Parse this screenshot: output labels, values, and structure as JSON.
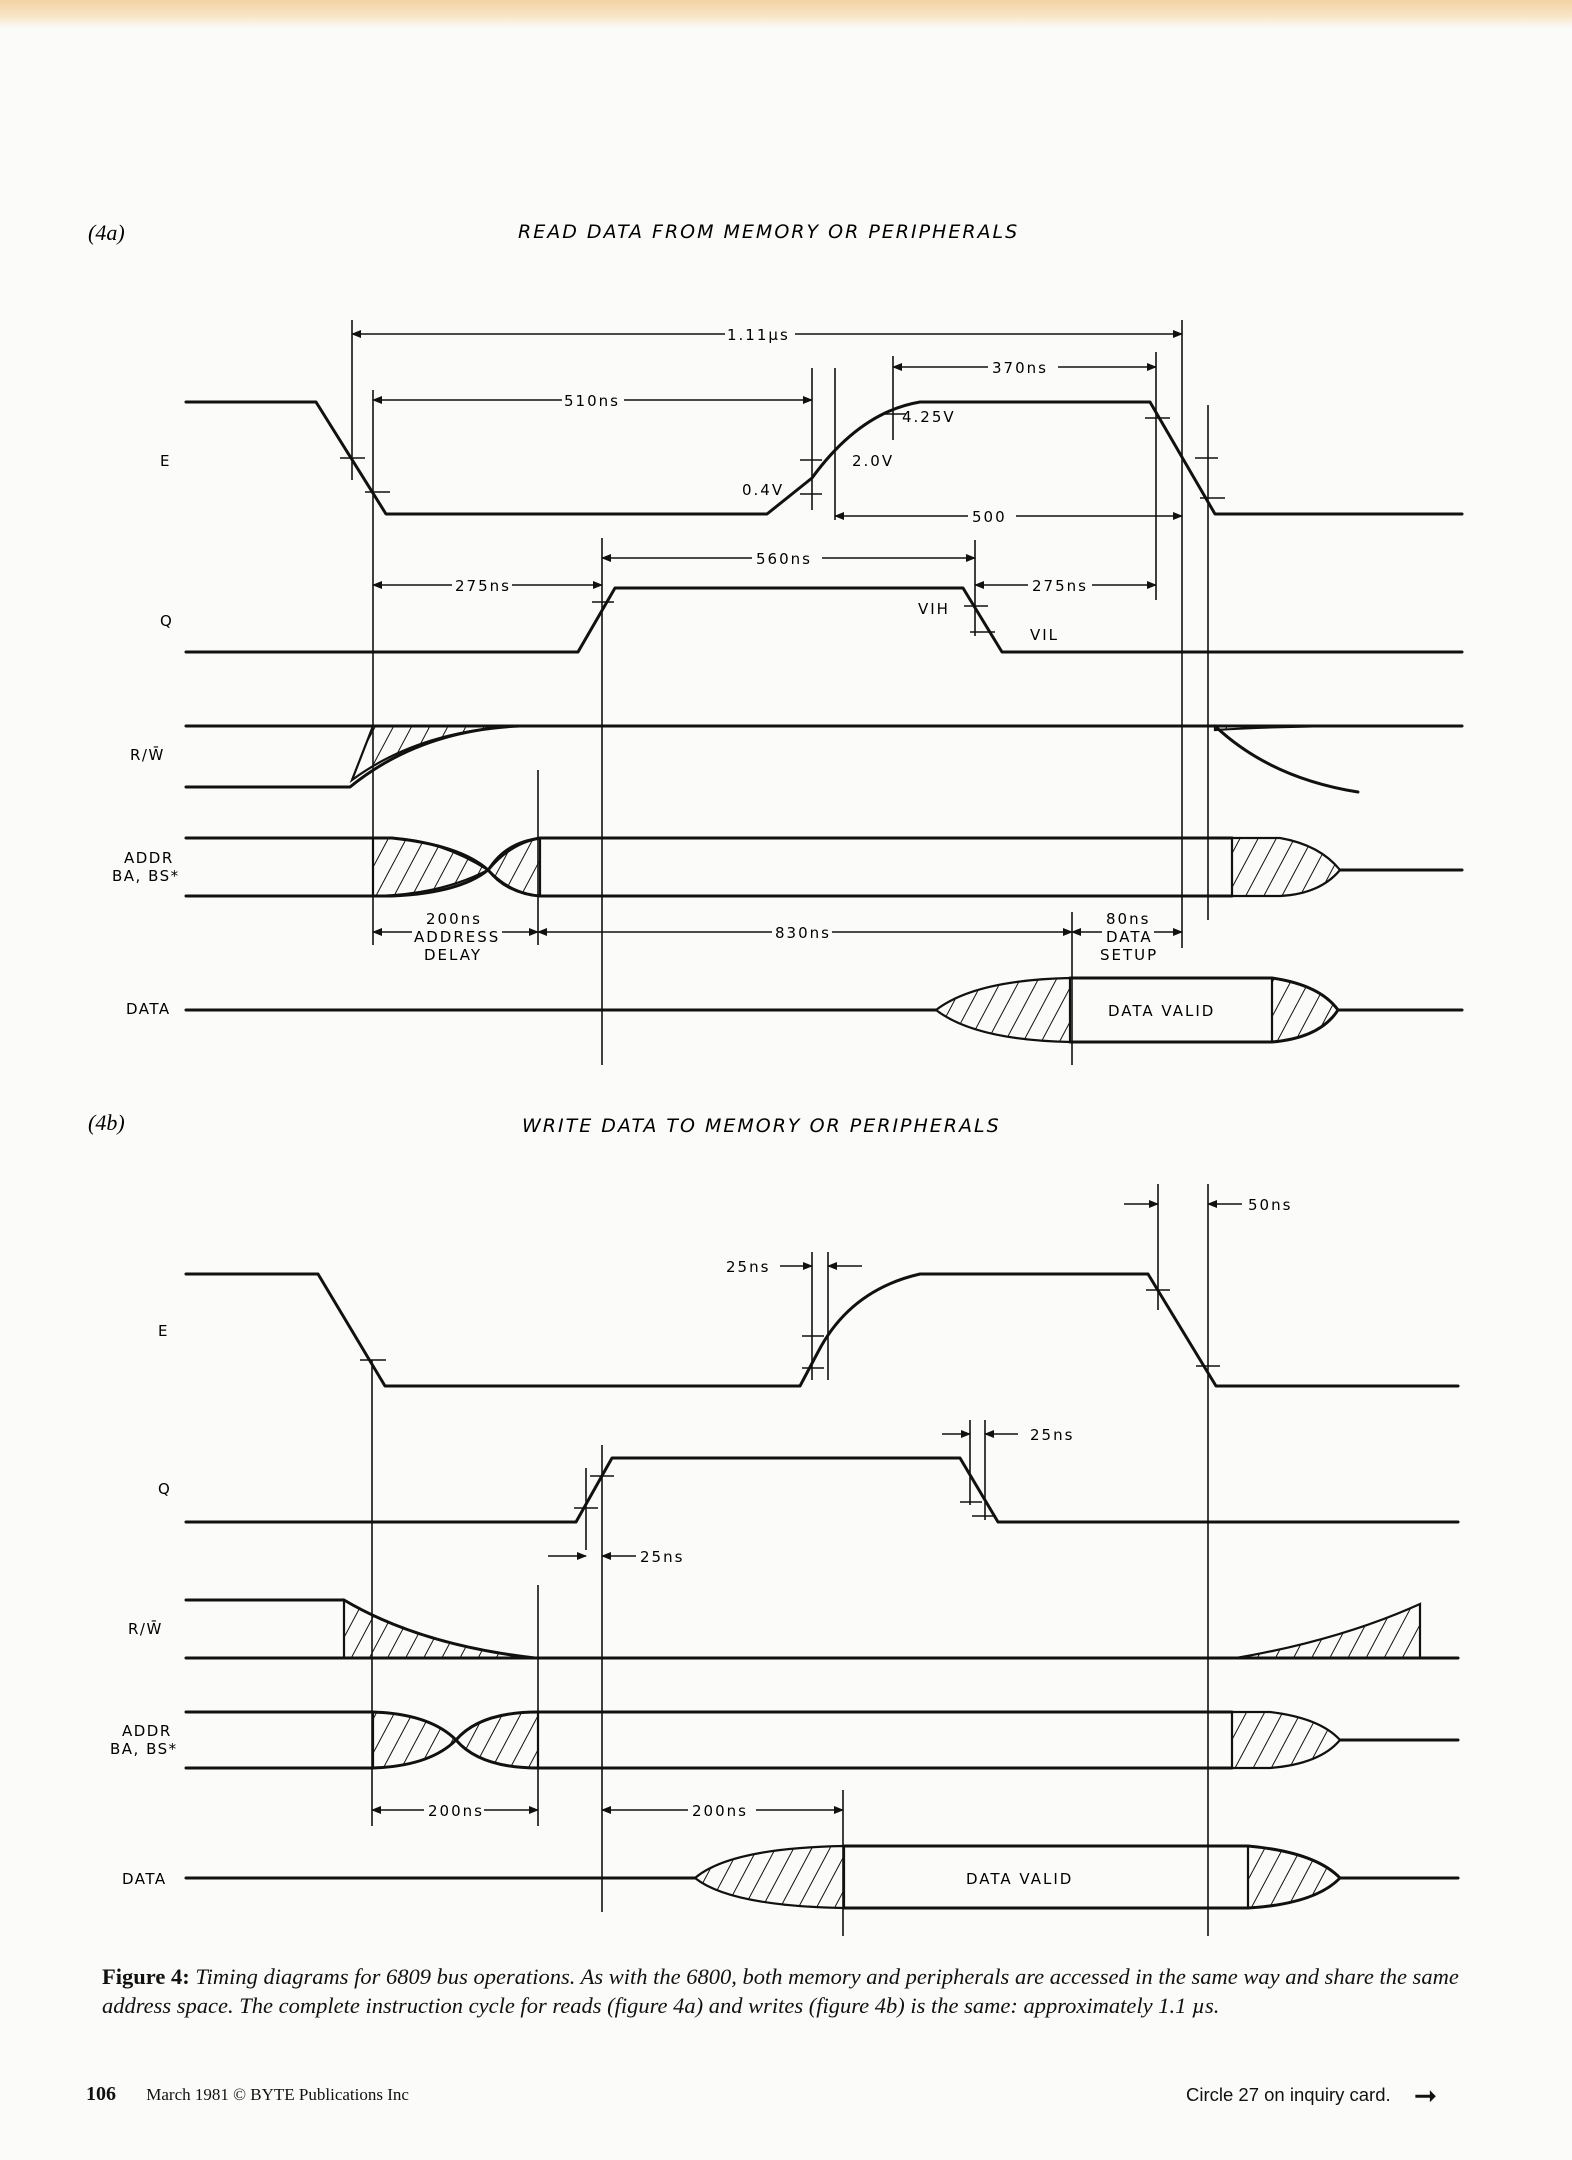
{
  "fig_a": {
    "tag": "(4a)",
    "title": "READ DATA FROM MEMORY OR PERIPHERALS",
    "signals": {
      "e": "E",
      "q": "Q",
      "rw": "R/W̄",
      "addr1": "ADDR",
      "addr2": "BA, BS*",
      "data": "DATA"
    },
    "timings": {
      "cycle": "1.11µs",
      "t510": "510ns",
      "t370": "370ns",
      "v425": "4.25V",
      "v20": "2.0V",
      "v04": "0.4V",
      "t500": "500",
      "t560": "560ns",
      "t275a": "275ns",
      "t275b": "275ns",
      "vih": "VIH",
      "vil": "VIL",
      "t200": "200ns",
      "addr_delay1": "ADDRESS",
      "addr_delay2": "DELAY",
      "t830": "830ns",
      "t80": "80ns",
      "setup1": "DATA",
      "setup2": "SETUP",
      "data_valid": "DATA VALID"
    }
  },
  "fig_b": {
    "tag": "(4b)",
    "title": "WRITE DATA TO MEMORY OR PERIPHERALS",
    "signals": {
      "e": "E",
      "q": "Q",
      "rw": "R/W̄",
      "addr1": "ADDR",
      "addr2": "BA, BS*",
      "data": "DATA"
    },
    "timings": {
      "t50": "50ns",
      "t25e": "25ns",
      "t25q1": "25ns",
      "t25q2": "25ns",
      "t200a": "200ns",
      "t200b": "200ns",
      "data_valid": "DATA VALID"
    }
  },
  "caption": {
    "lead": "Figure 4:",
    "body": "Timing diagrams for 6809 bus operations. As with the 6800, both memory and peripherals are accessed in the same way and share the same address space. The complete instruction cycle for reads (figure 4a) and writes (figure 4b) is the same: approximately 1.1 µs."
  },
  "footer": {
    "page": "106",
    "issue": "March 1981 © BYTE Publications Inc",
    "inquiry": "Circle 27 on inquiry card."
  }
}
